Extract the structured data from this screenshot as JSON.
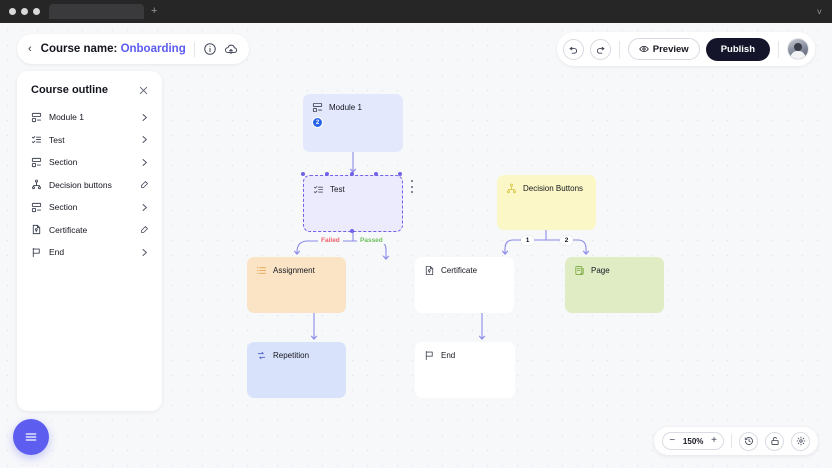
{
  "browser": {
    "new_tab_label": "+",
    "tab_title": ""
  },
  "header": {
    "back_icon": "chevron-left-icon",
    "title_prefix": "Course name:",
    "course_name": "Onboarding",
    "info_icon": "info-circle-icon",
    "upload_icon": "cloud-upload-icon"
  },
  "actions": {
    "undo_icon": "undo-arrow-icon",
    "redo_icon": "redo-arrow-icon",
    "preview_label": "Preview",
    "preview_icon": "eye-icon",
    "publish_label": "Publish",
    "avatar": "user-avatar"
  },
  "sidebar": {
    "title": "Course outline",
    "close_icon": "close-icon",
    "items": [
      {
        "label": "Module 1",
        "icon": "module-icon",
        "action": "chevron-right-icon"
      },
      {
        "label": "Test",
        "icon": "test-list-icon",
        "action": "chevron-right-icon"
      },
      {
        "label": "Section",
        "icon": "module-icon",
        "action": "chevron-right-icon"
      },
      {
        "label": "Decision buttons",
        "icon": "decision-tree-icon",
        "action": "edit-pencil-icon"
      },
      {
        "label": "Section",
        "icon": "module-icon",
        "action": "chevron-right-icon"
      },
      {
        "label": "Certificate",
        "icon": "certificate-icon",
        "action": "edit-pencil-icon"
      },
      {
        "label": "End",
        "icon": "flag-icon",
        "action": "chevron-right-icon"
      }
    ]
  },
  "fab": {
    "icon": "hamburger-menu-icon"
  },
  "zoom_toolbar": {
    "minus_label": "−",
    "level": "150%",
    "plus_label": "+",
    "history_icon": "history-clock-icon",
    "lock_icon": "lock-open-icon",
    "settings_icon": "settings-gear-icon"
  },
  "flow": {
    "nodes": [
      {
        "id": "module1",
        "label": "Module 1",
        "icon": "module-icon",
        "badge": "2"
      },
      {
        "id": "test",
        "label": "Test",
        "icon": "test-list-icon",
        "selected": true
      },
      {
        "id": "decision",
        "label": "Decision Buttons",
        "icon": "decision-tree-icon"
      },
      {
        "id": "assignment",
        "label": "Assignment",
        "icon": "assignment-list-icon"
      },
      {
        "id": "certificate",
        "label": "Certificate",
        "icon": "certificate-icon"
      },
      {
        "id": "page",
        "label": "Page",
        "icon": "page-scroll-icon"
      },
      {
        "id": "repetition",
        "label": "Repetition",
        "icon": "repeat-icon"
      },
      {
        "id": "end",
        "label": "End",
        "icon": "flag-icon"
      }
    ],
    "edge_labels": {
      "failed": "Failed",
      "passed": "Passed",
      "branch_one": "1",
      "branch_two": "2"
    }
  },
  "colors": {
    "accent_purple": "#5b5bf0",
    "publish_dark": "#14152b",
    "node_module": "#e3e8fd",
    "node_test": "#eceafd",
    "node_decision": "#fbf7c6",
    "node_assignment": "#fae4c5",
    "node_page": "#e0ecc4",
    "node_repetition": "#d9e2fb",
    "failed": "#f0606a",
    "passed": "#6fbf5e",
    "badge_blue": "#2563eb"
  }
}
